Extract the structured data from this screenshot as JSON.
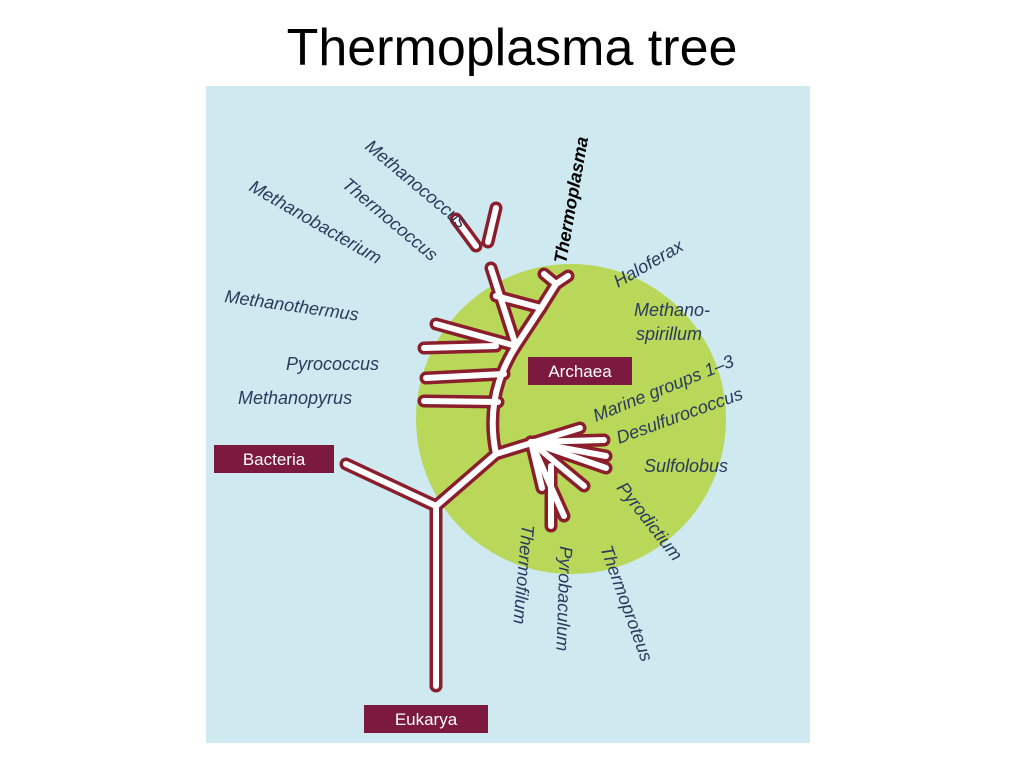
{
  "title": "Thermoplasma tree",
  "colors": {
    "background": "#cfe9f1",
    "archaea_circle": "#b9d85a",
    "branch_outline": "#8a1e2c",
    "branch_fill": "#ffffff",
    "domain_box": "#7b1a3e",
    "label_text": "#2a3a5c"
  },
  "domains": {
    "archaea": "Archaea",
    "bacteria": "Bacteria",
    "eukarya": "Eukarya"
  },
  "taxa": {
    "methanococcus": "Methanococcus",
    "thermococcus": "Thermococcus",
    "methanobacterium": "Methanobacterium",
    "methanothermus": "Methanothermus",
    "pyrococcus": "Pyrococcus",
    "methanopyrus": "Methanopyrus",
    "thermoplasma": "Thermoplasma",
    "haloferax": "Haloferax",
    "methanospirillum_line1": "Methano-",
    "methanospirillum_line2": "spirillum",
    "marine_groups": "Marine groups 1–3",
    "desulfurococcus": "Desulfurococcus",
    "sulfolobus": "Sulfolobus",
    "pyrodictium": "Pyrodictium",
    "thermofilum": "Thermofilum",
    "pyrobaculum": "Pyrobaculum",
    "thermoproteus": "Thermoproteus"
  }
}
